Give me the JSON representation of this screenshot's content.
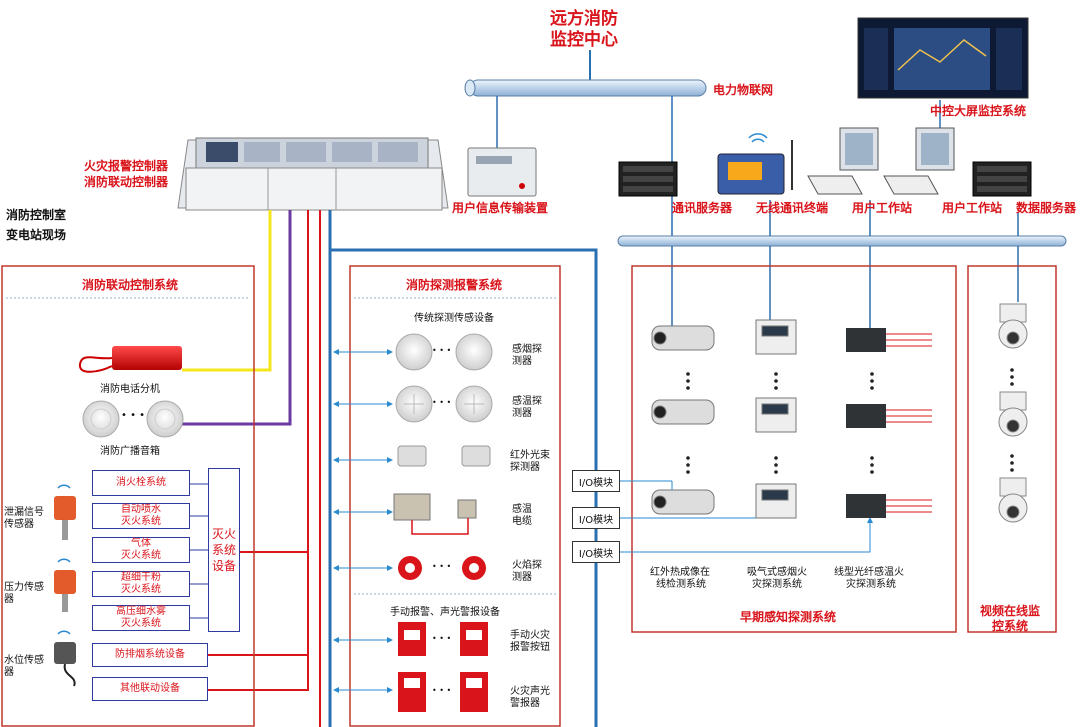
{
  "title": {
    "line1": "远方消防",
    "line2": "监控中心"
  },
  "network": {
    "power_iot": "电力物联网"
  },
  "top": {
    "big_screen": "中控大屏监控系统",
    "fire_controller_1": "火灾报警控制器",
    "fire_controller_2": "消防联动控制器",
    "user_info_device": "用户信息传输装置",
    "comm_server": "通讯服务器",
    "wireless_terminal": "无线通讯终端",
    "workstation_1": "用户工作站",
    "workstation_2": "用户工作站",
    "data_server": "数据服务器",
    "site_1": "消防控制室",
    "site_2": "变电站现场"
  },
  "linkage": {
    "title": "消防联动控制系统",
    "phone": "消防电话分机",
    "speaker": "消防广播音箱",
    "ellipsis": "• • •",
    "systems": [
      {
        "l1": "消火栓系统",
        "l2": ""
      },
      {
        "l1": "自动喷水",
        "l2": "灭火系统"
      },
      {
        "l1": "气体",
        "l2": "灭火系统"
      },
      {
        "l1": "超细干粉",
        "l2": "灭火系统"
      },
      {
        "l1": "高压细水雾",
        "l2": "灭火系统"
      }
    ],
    "smoke_exhaust": "防排烟系统设备",
    "other": "其他联动设备",
    "extinguish": {
      "l1": "灭火",
      "l2": "系统",
      "l3": "设备"
    },
    "sensor_leak": {
      "l1": "泄漏信号",
      "l2": "传感器"
    },
    "sensor_pressure": {
      "l1": "压力传感",
      "l2": "器"
    },
    "sensor_water": {
      "l1": "水位传感",
      "l2": "器"
    }
  },
  "detection": {
    "title": "消防探测报警系统",
    "sub1": "传统探测传感设备",
    "sub2": "手动报警、声光警报设备",
    "ellipsis": "• • •",
    "items": [
      {
        "l1": "感烟探",
        "l2": "测器"
      },
      {
        "l1": "感温探",
        "l2": "测器"
      },
      {
        "l1": "红外光束",
        "l2": "探测器"
      },
      {
        "l1": "感温",
        "l2": "电缆"
      },
      {
        "l1": "火焰探",
        "l2": "测器"
      },
      {
        "l1": "手动火灾",
        "l2": "报警按钮"
      },
      {
        "l1": "火灾声光",
        "l2": "警报器"
      }
    ]
  },
  "io": [
    "I/O模块",
    "I/O模块",
    "I/O模块"
  ],
  "early": {
    "title": "早期感知探测系统",
    "captions": [
      {
        "l1": "红外热成像在",
        "l2": "线检测系统"
      },
      {
        "l1": "吸气式感烟火",
        "l2": "灾探测系统"
      },
      {
        "l1": "线型光纤感温火",
        "l2": "灾探测系统"
      }
    ]
  },
  "video": {
    "l1": "视频在线监",
    "l2": "控系统"
  },
  "colors": {
    "red": "#d9141b",
    "blue": "#2a6fb0",
    "yellow": "#f5e51b",
    "purple": "#6a3aa0",
    "pipe": "#c9dcef"
  }
}
